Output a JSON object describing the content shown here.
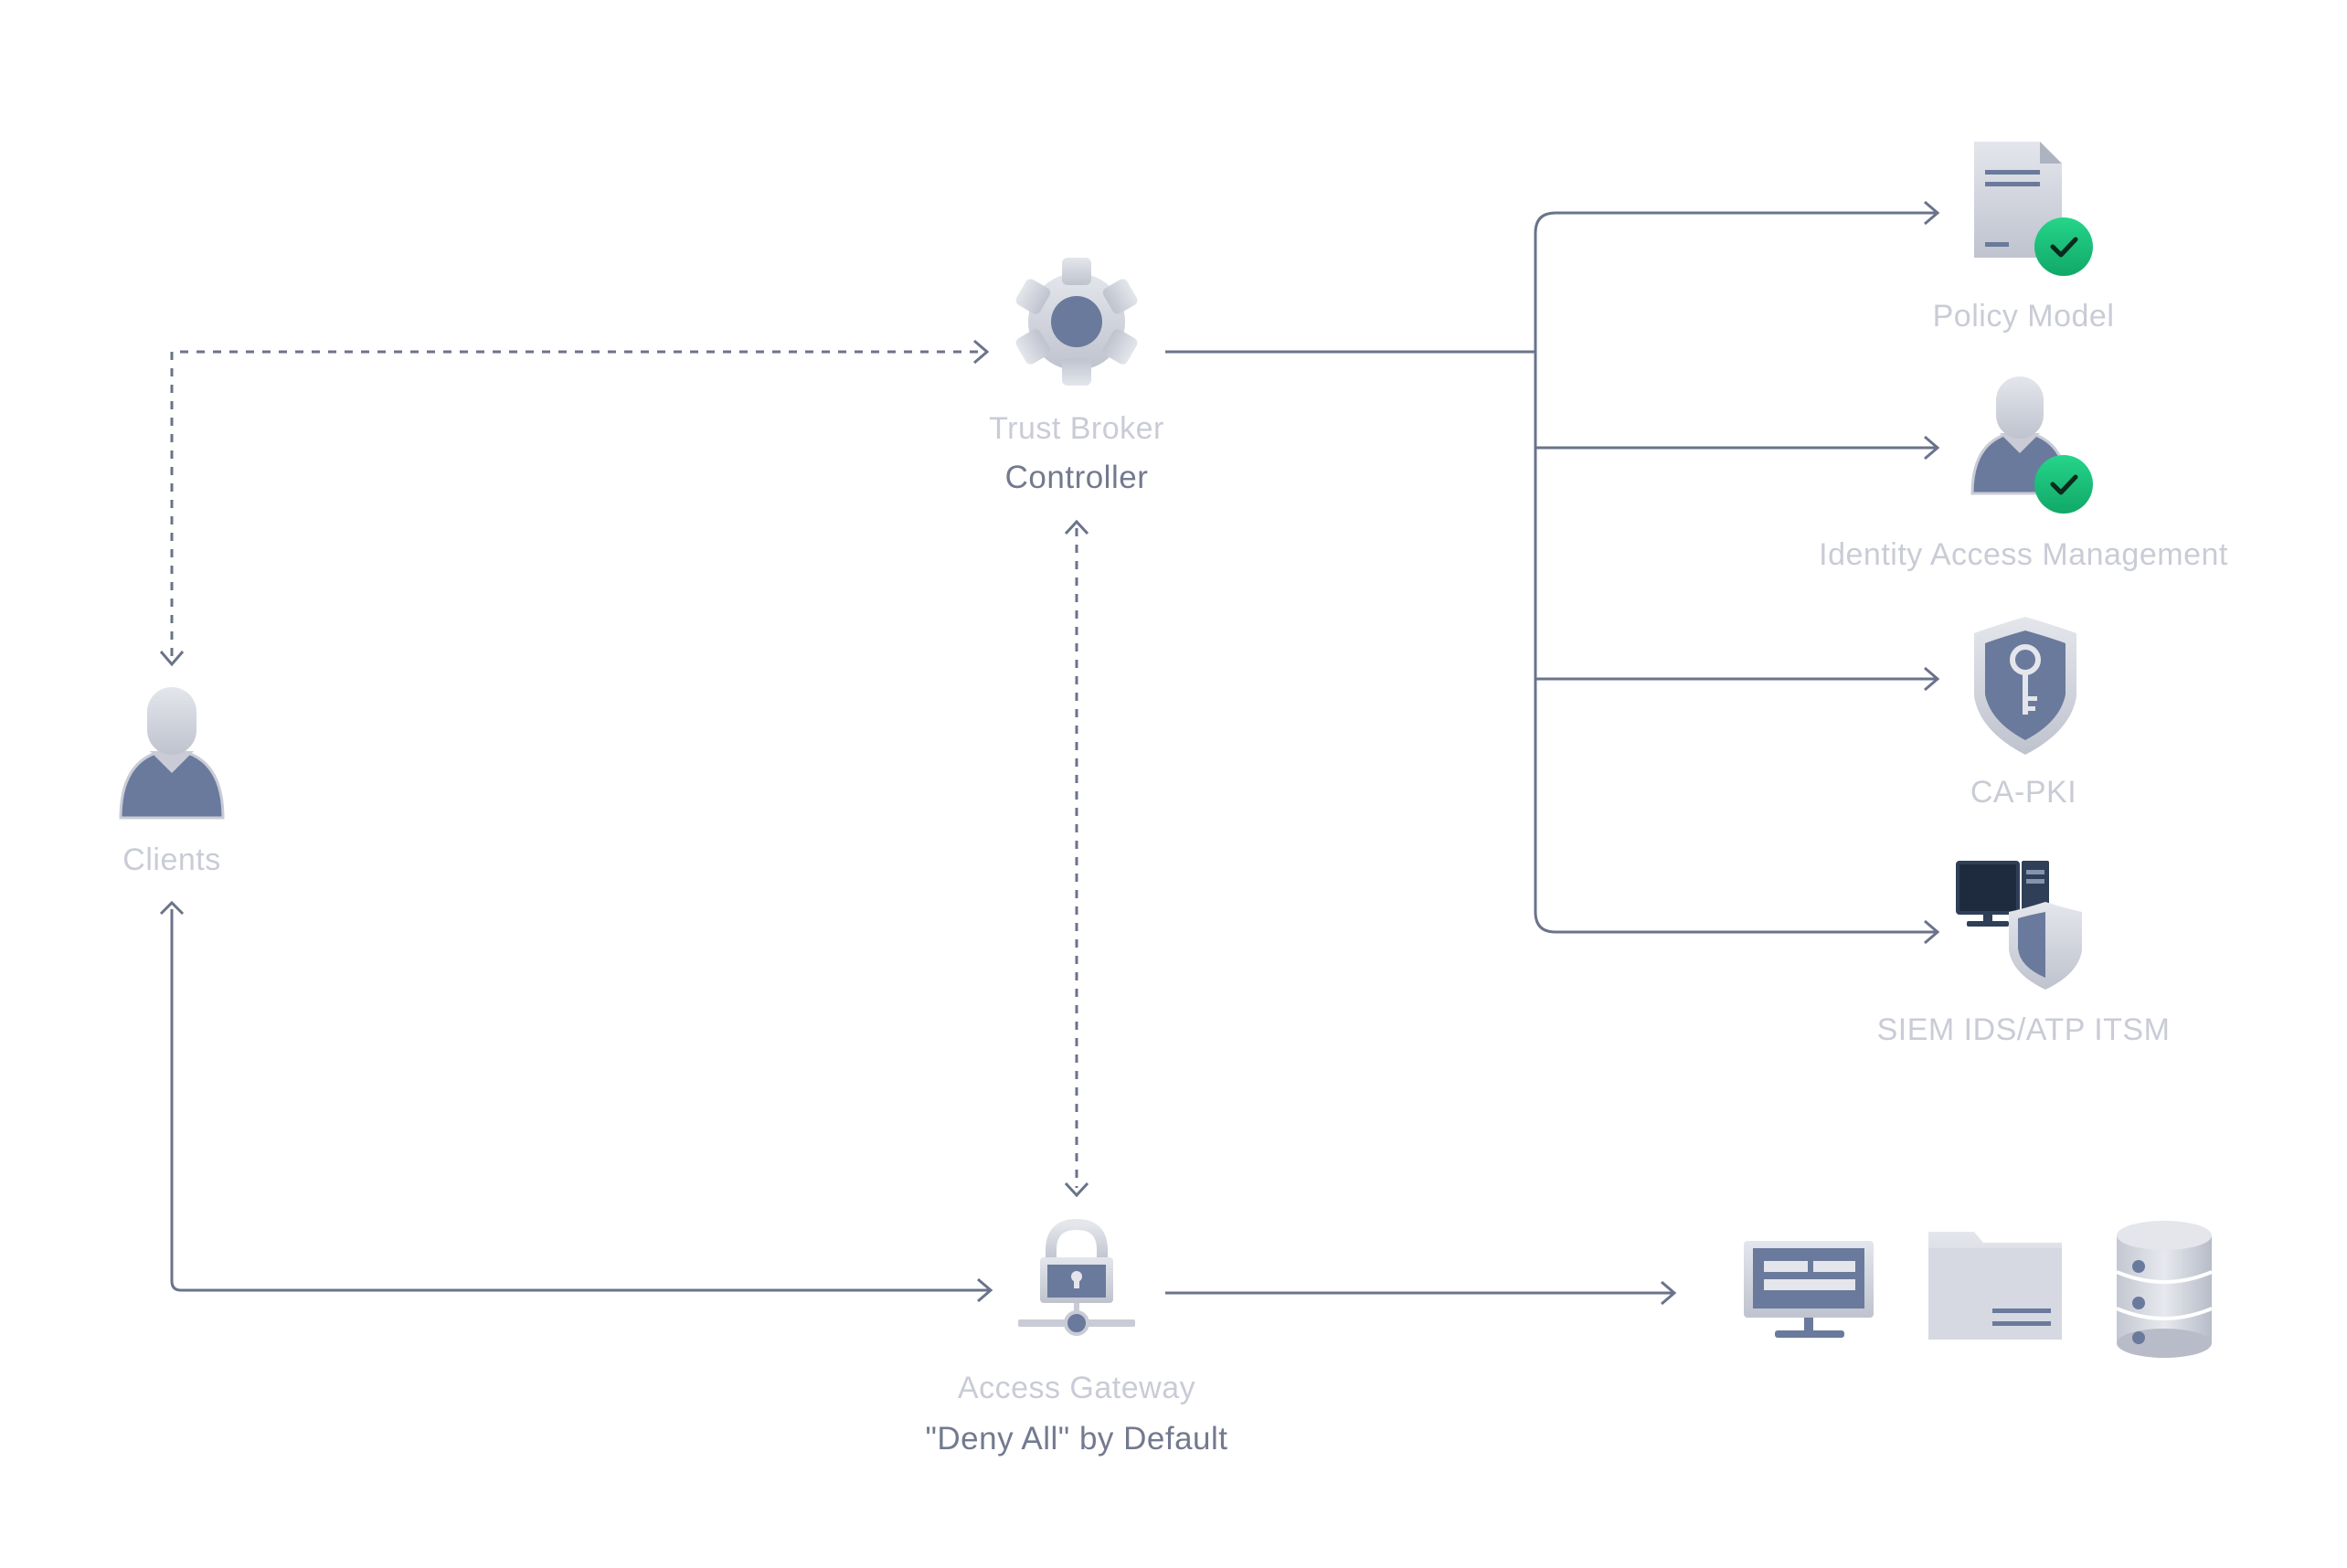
{
  "nodes": {
    "trust_broker": {
      "title": "Trust Broker",
      "subtitle": "Controller",
      "icon": "gear-icon"
    },
    "clients": {
      "title": "Clients",
      "icon": "user-icon"
    },
    "access_gateway": {
      "title": "Access Gateway",
      "subtitle": "\"Deny All\" by Default",
      "icon": "network-lock-icon"
    },
    "policy_model": {
      "title": "Policy Model",
      "icon": "document-check-icon"
    },
    "iam": {
      "title": "Identity Access Management",
      "icon": "user-check-icon"
    },
    "ca_pki": {
      "title": "CA-PKI",
      "icon": "shield-key-icon"
    },
    "siem": {
      "title": "SIEM IDS/ATP ITSM",
      "icon": "computer-shield-icon"
    },
    "protected_apps": {
      "title": "Protected Apps",
      "icons": [
        "monitor-app-icon",
        "folder-icon",
        "database-icon"
      ]
    }
  },
  "colors": {
    "line": "#6b738b",
    "icon_fill": "#6a7a9c",
    "icon_grey": "#c9ccd6",
    "check_green": "#18c47e",
    "panel_blue": "#bfd1fb"
  }
}
